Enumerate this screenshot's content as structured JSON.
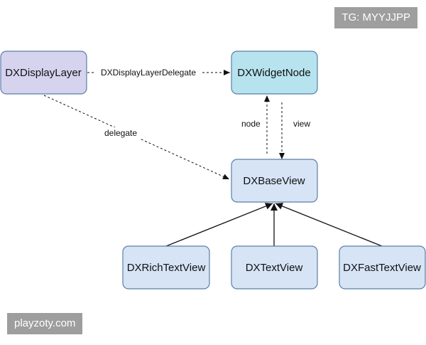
{
  "watermarks": {
    "top_right": "TG: MYYJJPP",
    "bottom_left": "playzoty.com"
  },
  "colors": {
    "lavender_fill": "#d6d3ef",
    "cyan_fill": "#b6e3ee",
    "blue_fill": "#d6e4f6",
    "stroke": "#5c7ea7",
    "line": "#111111"
  },
  "nodes": {
    "display_layer": "DXDisplayLayer",
    "widget_node": "DXWidgetNode",
    "base_view": "DXBaseView",
    "rich_text_view": "DXRichTextView",
    "text_view": "DXTextView",
    "fast_text_view": "DXFastTextView"
  },
  "edges": {
    "layer_to_widget": "DXDisplayLayerDelegate",
    "layer_to_base": "delegate",
    "base_to_widget": "node",
    "widget_to_base": "view"
  }
}
